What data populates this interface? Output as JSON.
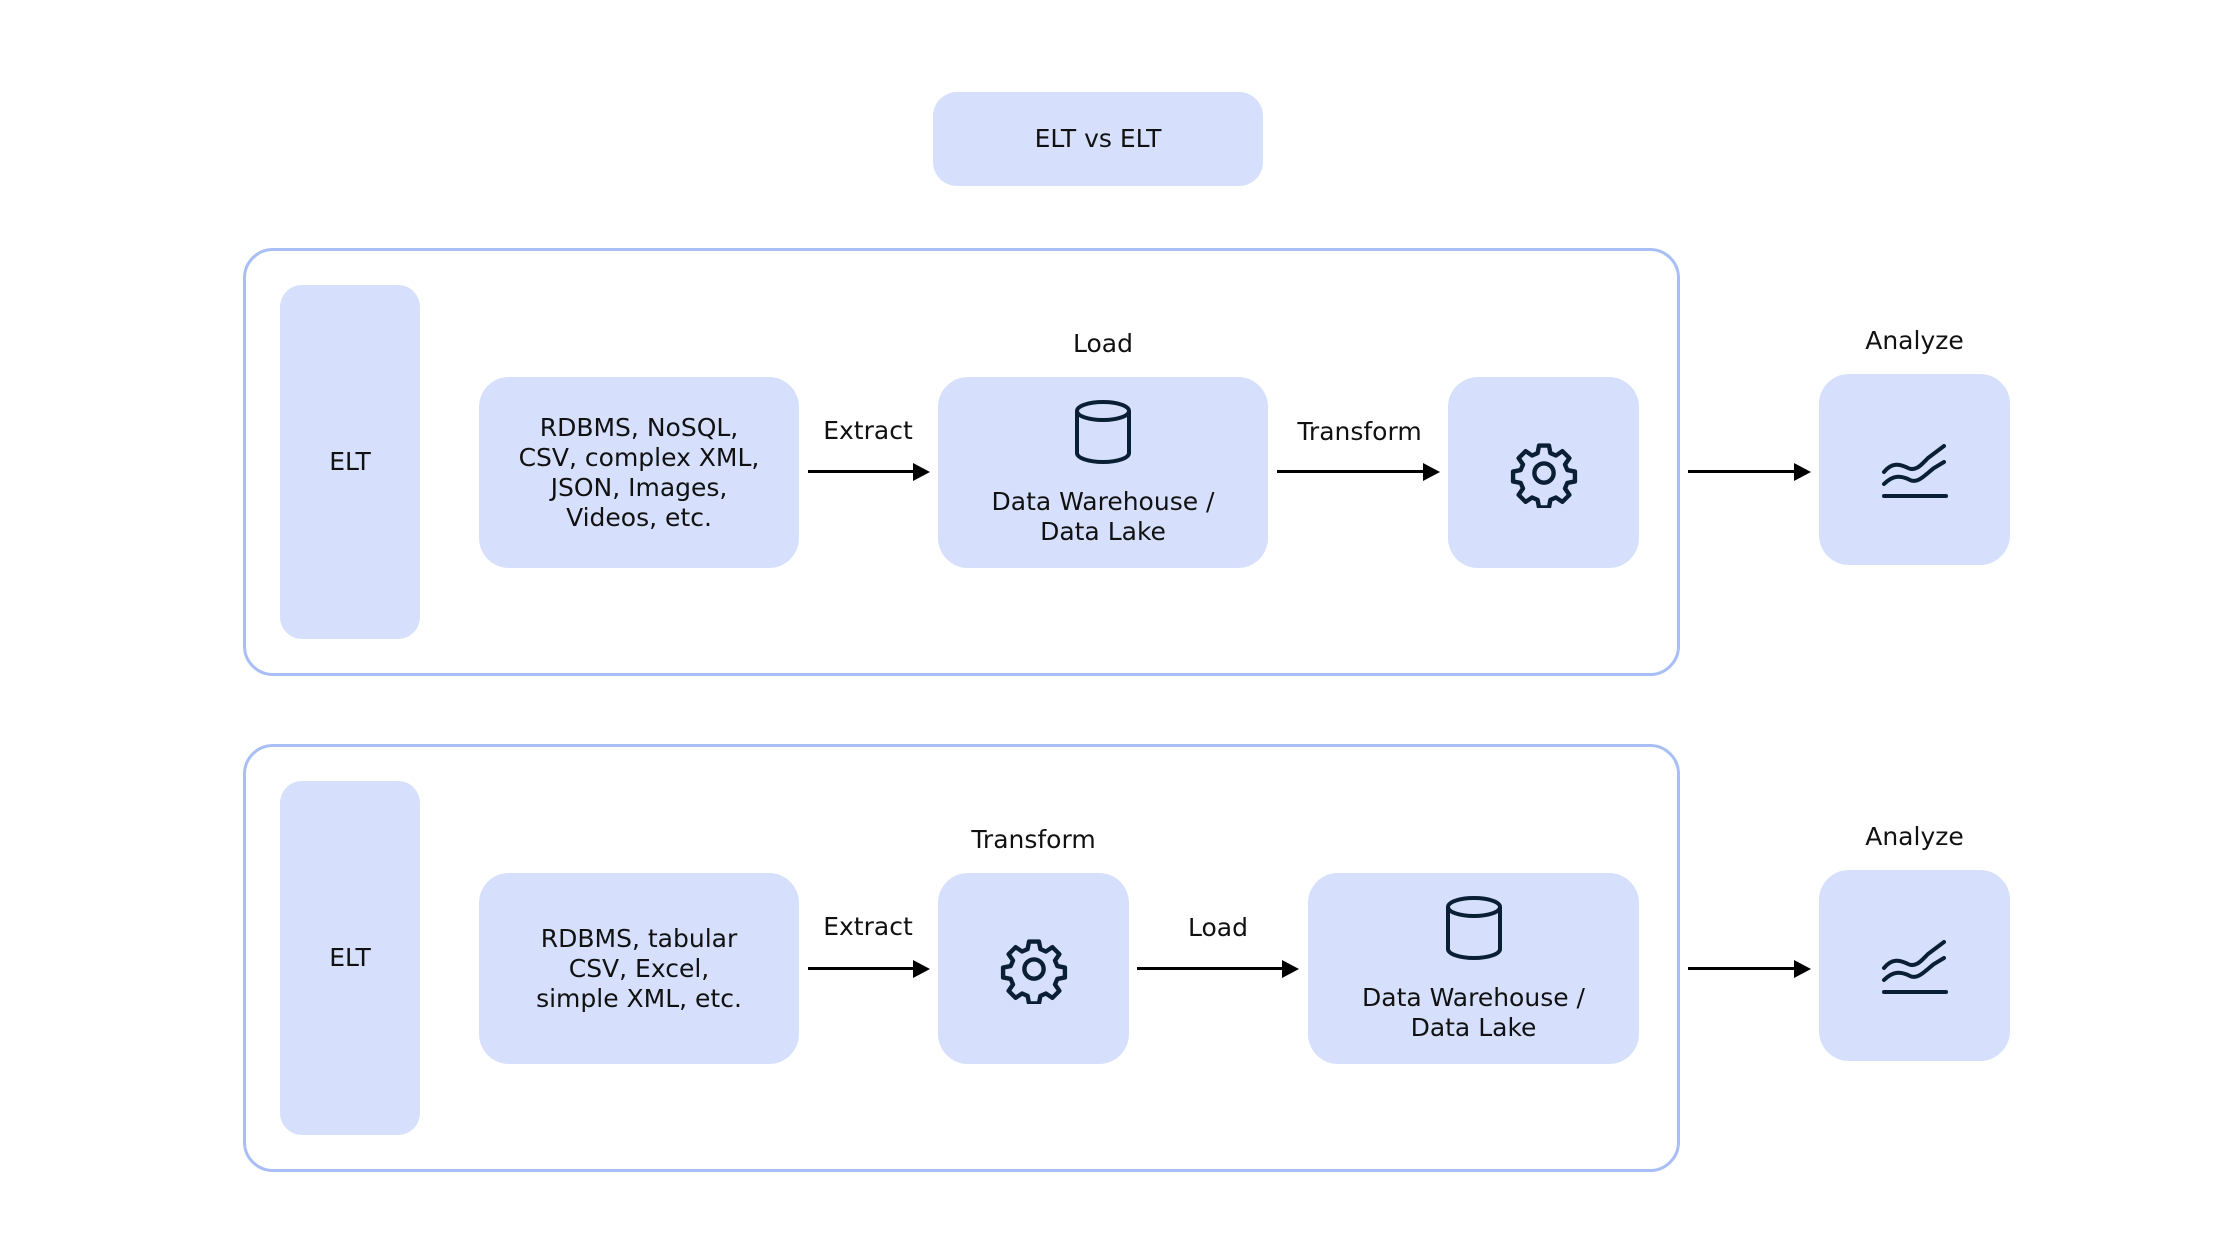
{
  "title": "ELT vs ELT",
  "flows": [
    {
      "side_label": "ELT",
      "source_text": "RDBMS, NoSQL,\nCSV, complex XML,\nJSON, Images,\nVideos, etc.",
      "step1_label": "Extract",
      "stage1_label": "Load",
      "stage1_text": "Data Warehouse /\nData Lake",
      "step2_label": "Transform",
      "analyze_label": "Analyze"
    },
    {
      "side_label": "ELT",
      "source_text": "RDBMS, tabular\nCSV, Excel,\nsimple XML, etc.",
      "step1_label": "Extract",
      "stage1_label": "Transform",
      "step2_label": "Load",
      "stage2_text": "Data Warehouse /\nData Lake",
      "analyze_label": "Analyze"
    }
  ],
  "colors": {
    "box_fill": "#d6e0fc",
    "group_border": "#a9bef6",
    "icon_stroke": "#0a1f33",
    "arrow": "#000000"
  },
  "icons": [
    "database-icon",
    "gear-icon",
    "chart-icon"
  ]
}
